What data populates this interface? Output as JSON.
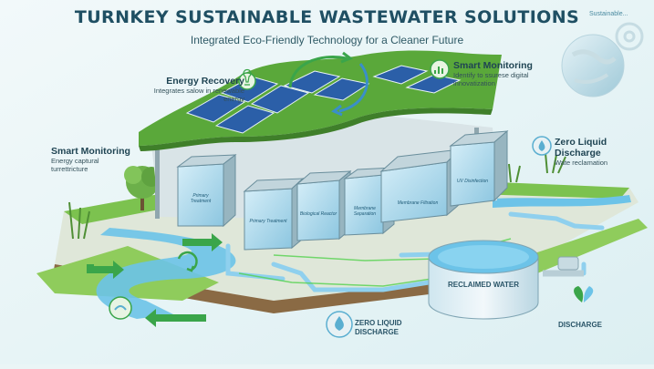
{
  "header": {
    "title": "TURNKEY SUSTAINABLE WASTEWATER SOLUTIONS",
    "subtitle": "Integrated Eco-Friendly Technology for a Cleaner Future",
    "logo_text": "Sustainable..."
  },
  "callouts": {
    "energy_recovery": {
      "title": "Energy Recovery",
      "text": "Integrates salow in renewable energy"
    },
    "smart_monitoring_top": {
      "title": "Smart Monitoring",
      "text": "Identify to ssurese digital innovatization"
    },
    "smart_monitoring_left": {
      "title": "Smart Monitoring",
      "text": "Energy captural turrettricture"
    },
    "zld_right": {
      "title": "Zero Liquid Discharge",
      "text": "Wate reclamation"
    },
    "zld_bottom": {
      "title": "ZERO LIQUID DISCHARGE"
    },
    "discharge": {
      "title": "DISCHARGE"
    }
  },
  "units": [
    "Primary Treatment",
    "Primary Treatment",
    "Biological Reactor",
    "Membrane Separation",
    "Membrane Filtration",
    "UV Disinfection"
  ],
  "tank": {
    "label": "RECLAIMED WATER"
  },
  "colors": {
    "water": "#6cc3e8",
    "grass": "#7cc24f",
    "roof": "#5aa83a",
    "panel": "#2b5fa8",
    "arrow": "#3aa54a",
    "module": "#aed8ea"
  }
}
